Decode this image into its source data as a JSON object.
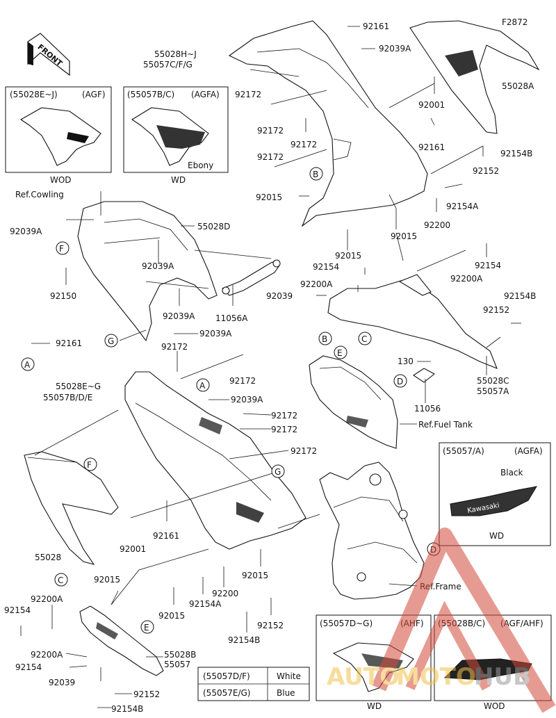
{
  "figure_code": "F2872",
  "front_label": "FRONT",
  "insets": {
    "agf": {
      "title_left": "(55028E~J)",
      "title_right": "(AGF)",
      "caption": "WOD"
    },
    "agfa": {
      "title_left": "(55057B/C)",
      "title_right": "(AGFA)",
      "caption": "WD",
      "note": "Ebony"
    },
    "agfa_a": {
      "title_left": "(55057/A)",
      "title_right": "(AGFA)",
      "caption": "WD",
      "note": "Black",
      "decal": "Kawasaki"
    },
    "ahf": {
      "title_left": "(55057D~G)",
      "title_right": "(AHF)",
      "caption": "WD"
    },
    "agf_ahf": {
      "title_left": "(55028B/C)",
      "title_right": "(AGF/AHF)",
      "caption": "WOD"
    }
  },
  "color_table": [
    {
      "code": "(55057D/F)",
      "color": "White"
    },
    {
      "code": "(55057E/G)",
      "color": "Blue"
    }
  ],
  "labels": {
    "p92161_top": "92161",
    "p92039a_top": "92039A",
    "p55028hj": "55028H~J",
    "p55057cfg": "55057C/F/G",
    "p92172_a": "92172",
    "p92172_b": "92172",
    "p92172_c": "92172",
    "p92172_d": "92172",
    "p92001_top": "92001",
    "p92161_mid": "92161",
    "p55028a": "55028A",
    "p92154b_top": "92154B",
    "p92152_top": "92152",
    "p92015_a": "92015",
    "p92154a_top": "92154A",
    "p92200_top": "92200",
    "p92015_b": "92015",
    "p92015_c": "92015",
    "ref_cowling": "Ref.Cowling",
    "p92039a_l": "92039A",
    "p55028d": "55028D",
    "p92039a_m": "92039A",
    "p92150": "92150",
    "p92039a_n": "92039A",
    "p11056a": "11056A",
    "p92039a_o": "92039A",
    "p92161_l": "92161",
    "p92172_e": "92172",
    "p92154_r": "92154",
    "p92200a_r": "92200A",
    "p92154_m": "92154",
    "p92200a_m": "92200A",
    "p92039_m": "92039",
    "p92154b_r": "92154B",
    "p92152_r": "92152",
    "p130": "130",
    "p11056": "11056",
    "p55028c": "55028C",
    "p55057a": "55057A",
    "ref_fuel_tank": "Ref.Fuel Tank",
    "p55028eg": "55028E~G",
    "p55057bde": "55057B/D/E",
    "p92172_f": "92172",
    "p92039a_p": "92039A",
    "p92172_g": "92172",
    "p92172_h": "92172",
    "p92172_i": "92172",
    "p92001_b": "92001",
    "p92161_b": "92161",
    "p55028": "55028",
    "p92015_d": "92015",
    "p92200_b": "92200",
    "p92015_e": "92015",
    "p92154a_b": "92154A",
    "p92152_b": "92152",
    "p92154b_b": "92154B",
    "ref_frame": "Ref.Frame",
    "p92154_b": "92154",
    "p92200a_b": "92200A",
    "p92200a_c": "92200A",
    "p92154_c": "92154",
    "p92039_b": "92039",
    "p55028b": "55028B",
    "p55057": "55057",
    "p92152_c": "92152",
    "p92154b_c": "92154B"
  },
  "callouts": {
    "A": "A",
    "B": "B",
    "C": "C",
    "D": "D",
    "E": "E",
    "F": "F",
    "G": "G"
  },
  "watermark": {
    "part1": "AUTO",
    "part2": "MOTO",
    "part3": "HUB"
  }
}
